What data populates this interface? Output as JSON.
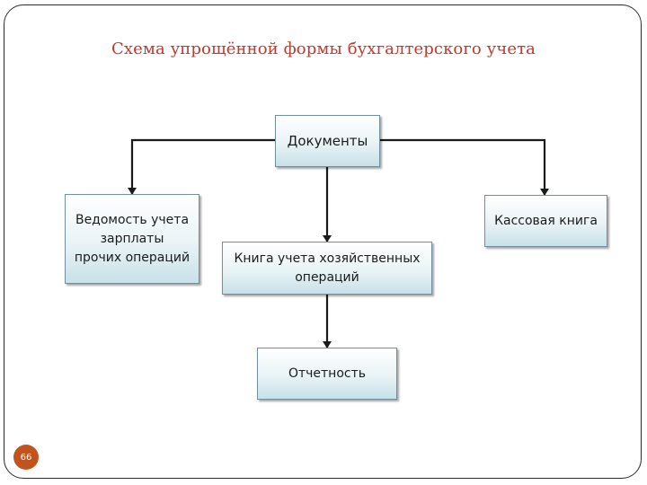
{
  "slide": {
    "title": "Схема упрощённой формы бухгалтерского учета",
    "page_number": "66"
  },
  "nodes": {
    "documents": "Документы",
    "vedomost": "Ведомость учета\nзарплаты\nпрочих операций",
    "kassovaya_kniga": "Кассовая книга",
    "kniga_ucheta": "Книга учета хозяйственных\nопераций",
    "otchetnost": "Отчетность"
  },
  "edges": [
    {
      "from": "documents",
      "to": "vedomost"
    },
    {
      "from": "documents",
      "to": "kassovaya_kniga"
    },
    {
      "from": "documents",
      "to": "kniga_ucheta"
    },
    {
      "from": "kniga_ucheta",
      "to": "otchetnost"
    }
  ],
  "colors": {
    "title": "#c0392b",
    "badge": "#c0531e",
    "box_border": "#6f8ea0",
    "arrow": "#1a1a1a"
  }
}
